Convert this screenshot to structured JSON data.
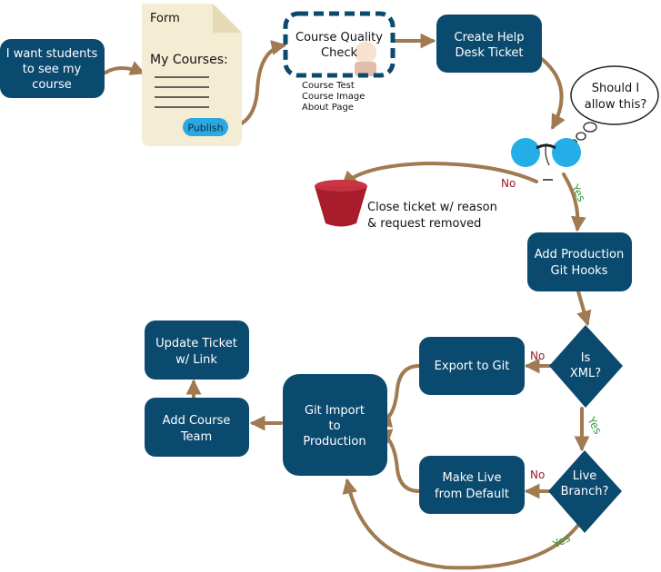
{
  "colors": {
    "node": "#0b4a6f",
    "node_text": "#ffffff",
    "arrow": "#a07a50",
    "form_bg": "#f4ecd3",
    "publish": "#2aa8e0",
    "yes": "#3a9a3a",
    "no": "#9b1b2a",
    "trash": "#a81c2b",
    "person_head": "#23aee8"
  },
  "start": {
    "lines": [
      "I want students",
      "to see my",
      "course"
    ]
  },
  "form": {
    "title": "Form",
    "courses_label": "My Courses:",
    "publish_label": "Publish"
  },
  "quality_check": {
    "lines": [
      "Course Quality",
      "Check"
    ],
    "checklist": [
      "Course Test",
      "Course Image",
      "About Page"
    ]
  },
  "help_desk": {
    "lines": [
      "Create Help",
      "Desk Ticket"
    ]
  },
  "thought": {
    "lines": [
      "Should I",
      "allow this?"
    ]
  },
  "close_ticket": {
    "lines": [
      "Close ticket w/ reason",
      "& request removed"
    ]
  },
  "production_hooks": {
    "lines": [
      "Add Production",
      "Git Hooks"
    ]
  },
  "is_xml": {
    "lines": [
      "Is",
      "XML?"
    ]
  },
  "export_git": {
    "lines": [
      "Export to Git"
    ]
  },
  "live_branch": {
    "lines": [
      "Live",
      "Branch?"
    ]
  },
  "make_live": {
    "lines": [
      "Make Live",
      "from Default"
    ]
  },
  "git_import": {
    "lines": [
      "Git Import",
      "to",
      "Production"
    ]
  },
  "add_team": {
    "lines": [
      "Add Course",
      "Team"
    ]
  },
  "update_ticket": {
    "lines": [
      "Update Ticket",
      "w/ Link"
    ]
  },
  "labels": {
    "no_close": "No",
    "yes_hooks": "Yes",
    "no_xml": "No",
    "yes_xml": "Yes",
    "no_live": "No",
    "yes_live": "Yes"
  }
}
